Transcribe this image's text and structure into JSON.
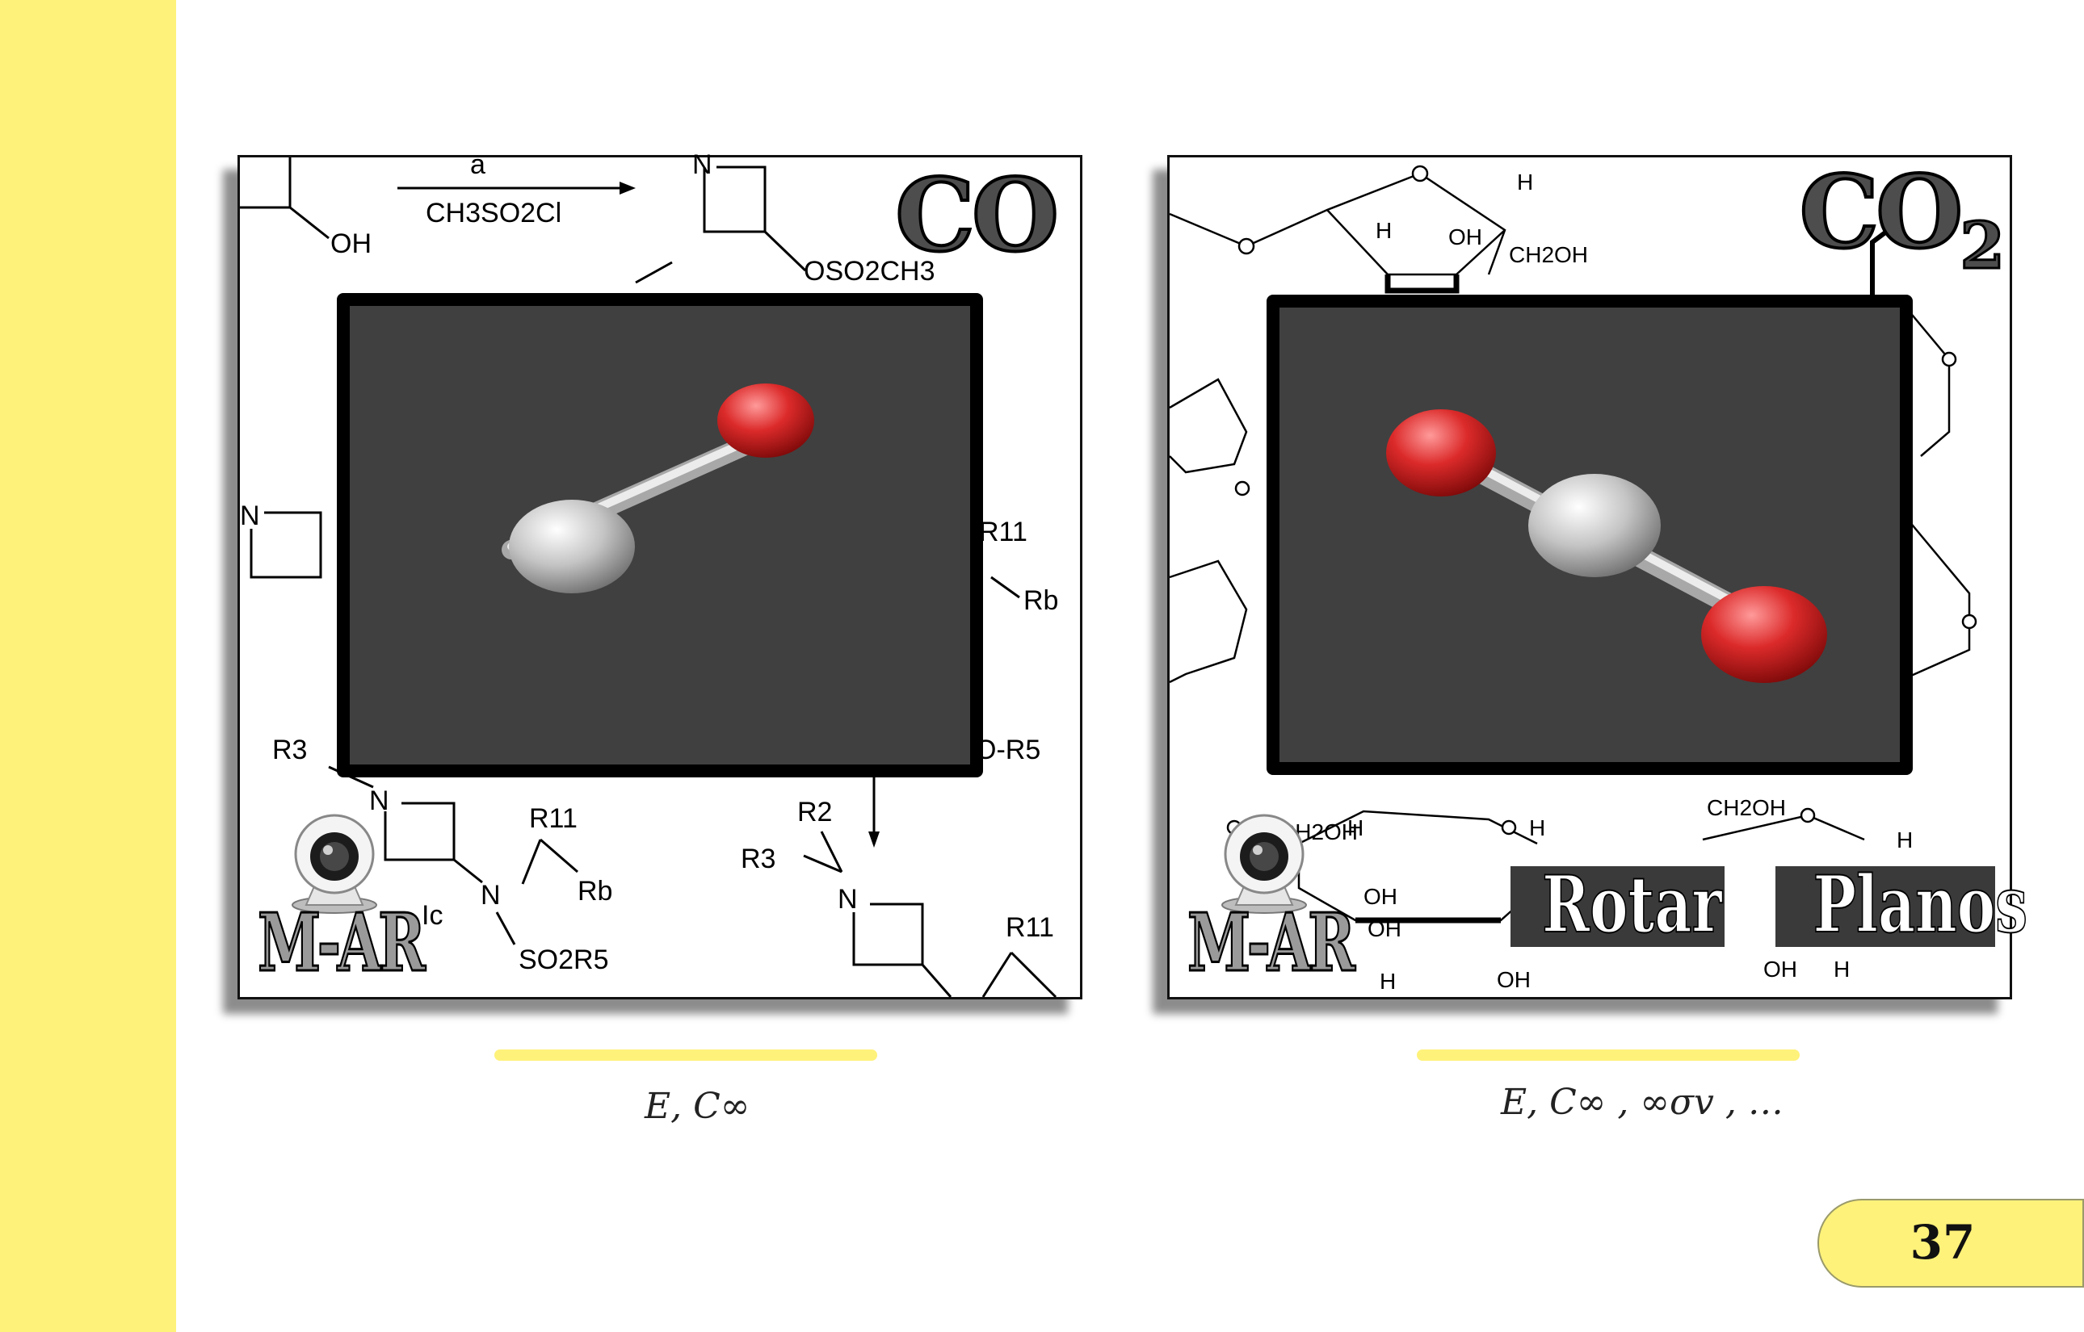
{
  "colors": {
    "sidebar": "#fff27a",
    "viewer_bg": "#404040",
    "oxygen": "#d81e28",
    "carbon": "#c4c4c4",
    "accent_line": "#fff27a"
  },
  "left_panel": {
    "formula": "CO",
    "camera_icon": "webcam-icon",
    "brand": "M-AR",
    "bg_text": {
      "t1": "a",
      "t2": "CH3SO2Cl",
      "t3": "OH",
      "t4": "N",
      "t5": "OSO2CH3",
      "t6": "N",
      "t7": "R11",
      "t8": "Rb",
      "t9": "R3",
      "t10": "N",
      "t11": "R11",
      "t12": "N",
      "t13": "Rb",
      "t14": "Ic",
      "t15": "SO2R5",
      "t16": "O-R5",
      "t17": "R2",
      "t18": "R3",
      "t19": "N",
      "t20": "R11"
    }
  },
  "right_panel": {
    "formula_main": "CO",
    "formula_sub": "2",
    "camera_icon": "webcam-icon",
    "brand": "M-AR",
    "rotate_button": "Rotar",
    "planes_button": "Planos",
    "bg_text": {
      "t1": "H",
      "t2": "H",
      "t3": "OH",
      "t4": "CH2OH",
      "t5": "CH2OH",
      "t6": "H",
      "t7": "OH",
      "t8": "H",
      "t9": "OH",
      "t10": "OH",
      "t11": "H",
      "t12": "H",
      "t13": "OH",
      "t14": "H",
      "t15": "CH2OH"
    }
  },
  "captions": {
    "left": "E, C∞",
    "right": "E, C∞ , ∞σv , …"
  },
  "page_number": "37"
}
